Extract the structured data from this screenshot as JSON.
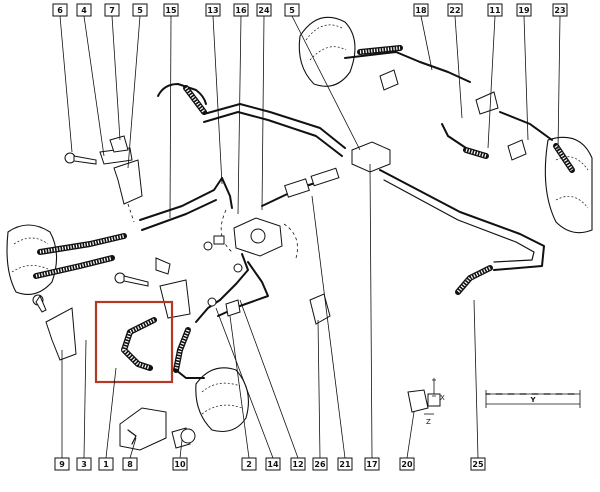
{
  "diagram": {
    "highlight_color": "#b23a24",
    "top_callouts": [
      "6",
      "4",
      "7",
      "5",
      "15",
      "13",
      "16",
      "24",
      "5",
      "18",
      "22",
      "11",
      "19",
      "23"
    ],
    "bottom_callouts": [
      "9",
      "3",
      "1",
      "8",
      "10",
      "2",
      "14",
      "12",
      "26",
      "21",
      "17",
      "20",
      "25"
    ],
    "dimension_labels": {
      "x": "X",
      "z": "Z",
      "y": "Y"
    }
  }
}
